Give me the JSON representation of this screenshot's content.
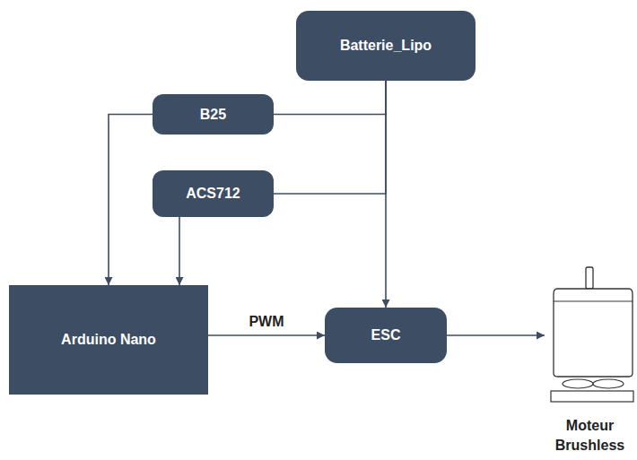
{
  "diagram": {
    "nodes": [
      {
        "text": [
          "Batterie_Lipo"
        ]
      },
      {
        "text": [
          "B25"
        ]
      },
      {
        "text": [
          "ACS712"
        ]
      },
      {
        "text": [
          "Arduino Nano"
        ]
      },
      {
        "text": [
          "ESC"
        ]
      },
      {
        "text": [
          "Moteur Brushless"
        ]
      }
    ],
    "edges": [
      {
        "from": 1,
        "to": 3,
        "arrow": "to"
      },
      {
        "from": 2,
        "to": 3,
        "arrow": "to"
      },
      {
        "from": 0,
        "to": 4,
        "arrow": "to"
      },
      {
        "from": 1,
        "to": 0,
        "arrow": "none"
      },
      {
        "from": 2,
        "to": 0,
        "arrow": "none"
      },
      {
        "from": 3,
        "to": 4,
        "label": "PWM",
        "arrow": "to"
      },
      {
        "from": 4,
        "to": 5,
        "arrow": "to"
      }
    ]
  }
}
